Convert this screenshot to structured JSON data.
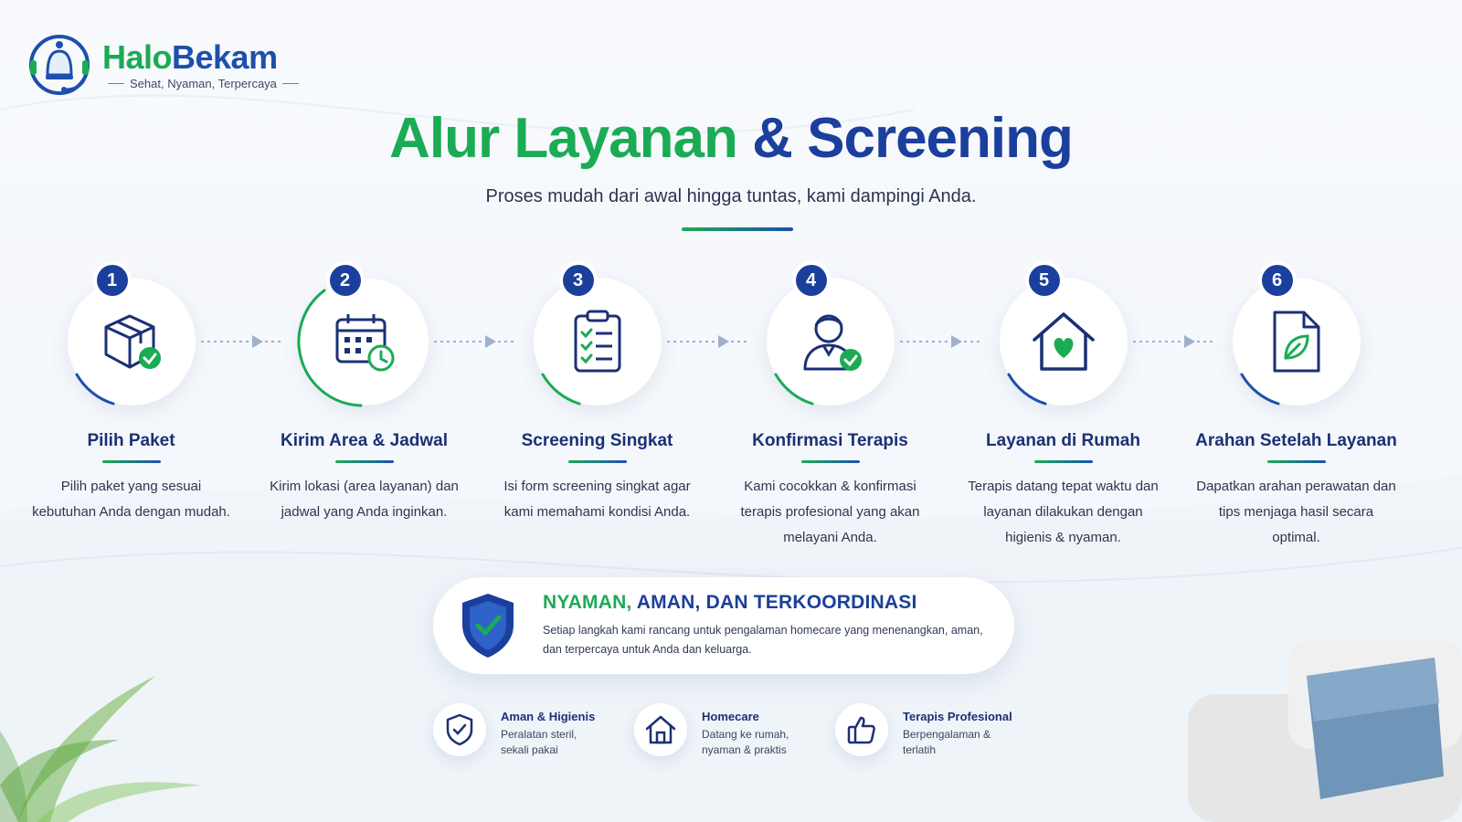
{
  "brand": {
    "name_part1": "Halo",
    "name_part2": "Bekam",
    "tagline": "Sehat, Nyaman, Terpercaya"
  },
  "header": {
    "title_part1": "Alur Layanan",
    "title_part2": "& Screening",
    "subtitle": "Proses mudah dari awal hingga tuntas, kami dampingi Anda."
  },
  "steps": [
    {
      "number": "1",
      "title": "Pilih Paket",
      "description": "Pilih paket yang sesuai kebutuhan Anda dengan mudah.",
      "icon": "package-check-icon"
    },
    {
      "number": "2",
      "title": "Kirim Area & Jadwal",
      "description": "Kirim lokasi (area layanan) dan jadwal yang Anda inginkan.",
      "icon": "calendar-clock-icon"
    },
    {
      "number": "3",
      "title": "Screening Singkat",
      "description": "Isi form screening singkat agar kami memahami kondisi Anda.",
      "icon": "clipboard-checklist-icon"
    },
    {
      "number": "4",
      "title": "Konfirmasi Terapis",
      "description": "Kami cocokkan & konfirmasi terapis profesional yang akan melayani Anda.",
      "icon": "therapist-check-icon"
    },
    {
      "number": "5",
      "title": "Layanan di Rumah",
      "description": "Terapis datang tepat waktu dan layanan dilakukan dengan higienis & nyaman.",
      "icon": "home-heart-icon"
    },
    {
      "number": "6",
      "title": "Arahan Setelah Layanan",
      "description": "Dapatkan arahan perawatan dan tips menjaga hasil secara optimal.",
      "icon": "document-leaf-icon"
    }
  ],
  "banner": {
    "head_part1": "NYAMAN,",
    "head_part2": "AMAN,",
    "head_part3": "DAN TERKOORDINASI",
    "description": "Setiap langkah kami rancang untuk pengalaman homecare yang menenangkan, aman, dan terpercaya untuk Anda dan keluarga."
  },
  "features": [
    {
      "title": "Aman & Higienis",
      "description": "Peralatan steril, sekali pakai",
      "icon": "shield-check-icon"
    },
    {
      "title": "Homecare",
      "description": "Datang ke rumah, nyaman & praktis",
      "icon": "house-icon"
    },
    {
      "title": "Terapis Profesional",
      "description": "Berpengalaman & terlatih",
      "icon": "thumbs-up-icon"
    }
  ],
  "colors": {
    "green": "#1bab55",
    "blue": "#1b3f9d",
    "navy": "#1b3075"
  }
}
